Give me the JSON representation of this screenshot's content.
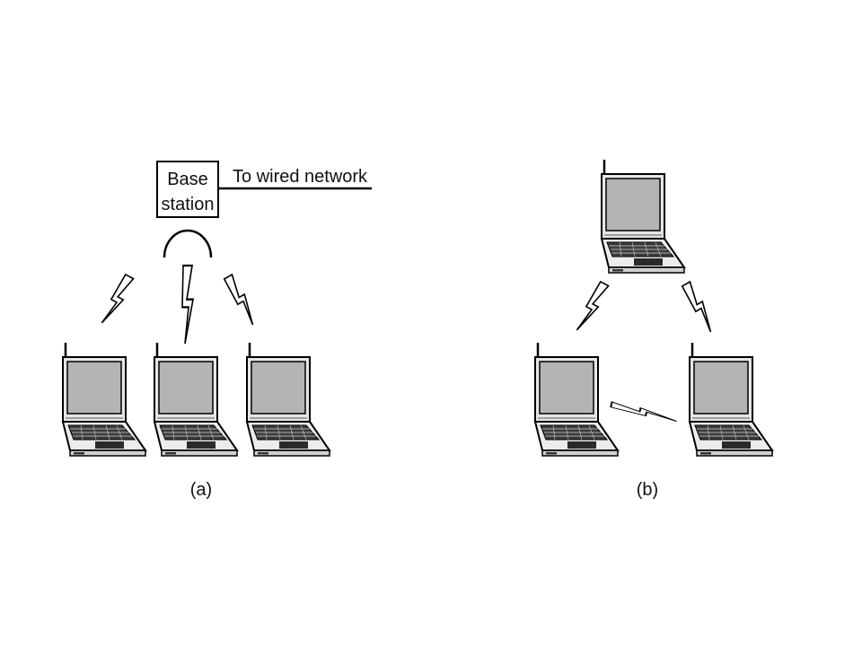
{
  "diagram_a": {
    "base_station_line1": "Base",
    "base_station_line2": "station",
    "wired_label": "To wired network",
    "caption": "(a)",
    "laptops": 3
  },
  "diagram_b": {
    "caption": "(b)",
    "laptops": 3
  },
  "colors": {
    "screen": "#b4b4b4",
    "body": "#ececec",
    "keys": "#3c3c3c",
    "touchpad": "#2a2a2a",
    "stroke": "#000000"
  },
  "icons": [
    "laptop-icon",
    "lightning-icon",
    "antenna-icon"
  ]
}
